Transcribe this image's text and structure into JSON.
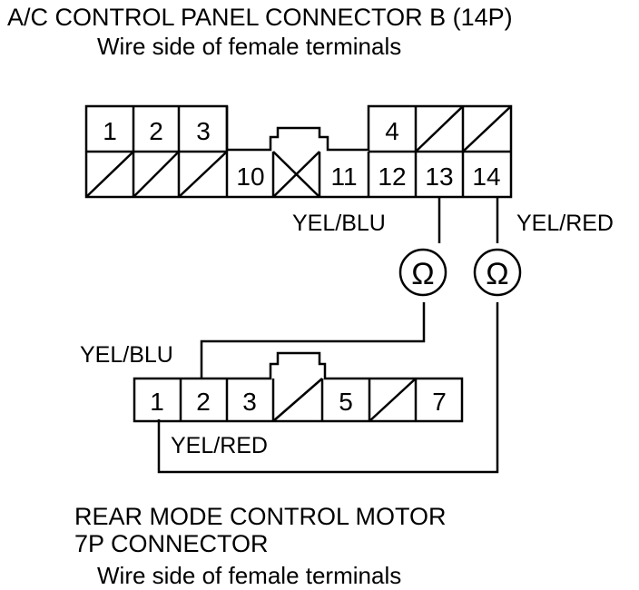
{
  "top_connector": {
    "title": "A/C CONTROL PANEL CONNECTOR B (14P)",
    "subtitle": "Wire side of female terminals",
    "pins": {
      "p1": "1",
      "p2": "2",
      "p3": "3",
      "p4": "4",
      "p10": "10",
      "p11": "11",
      "p12": "12",
      "p13": "13",
      "p14": "14"
    },
    "wire_13_label": "YEL/BLU",
    "wire_14_label": "YEL/RED"
  },
  "ohmmeter_symbol": "Ω",
  "bottom_connector": {
    "title_line1": "REAR MODE CONTROL MOTOR",
    "title_line2": "7P CONNECTOR",
    "subtitle": "Wire side of female terminals",
    "pins": {
      "p1": "1",
      "p2": "2",
      "p3": "3",
      "p5": "5",
      "p7": "7"
    },
    "wire_2_label": "YEL/BLU",
    "wire_1_label": "YEL/RED"
  }
}
